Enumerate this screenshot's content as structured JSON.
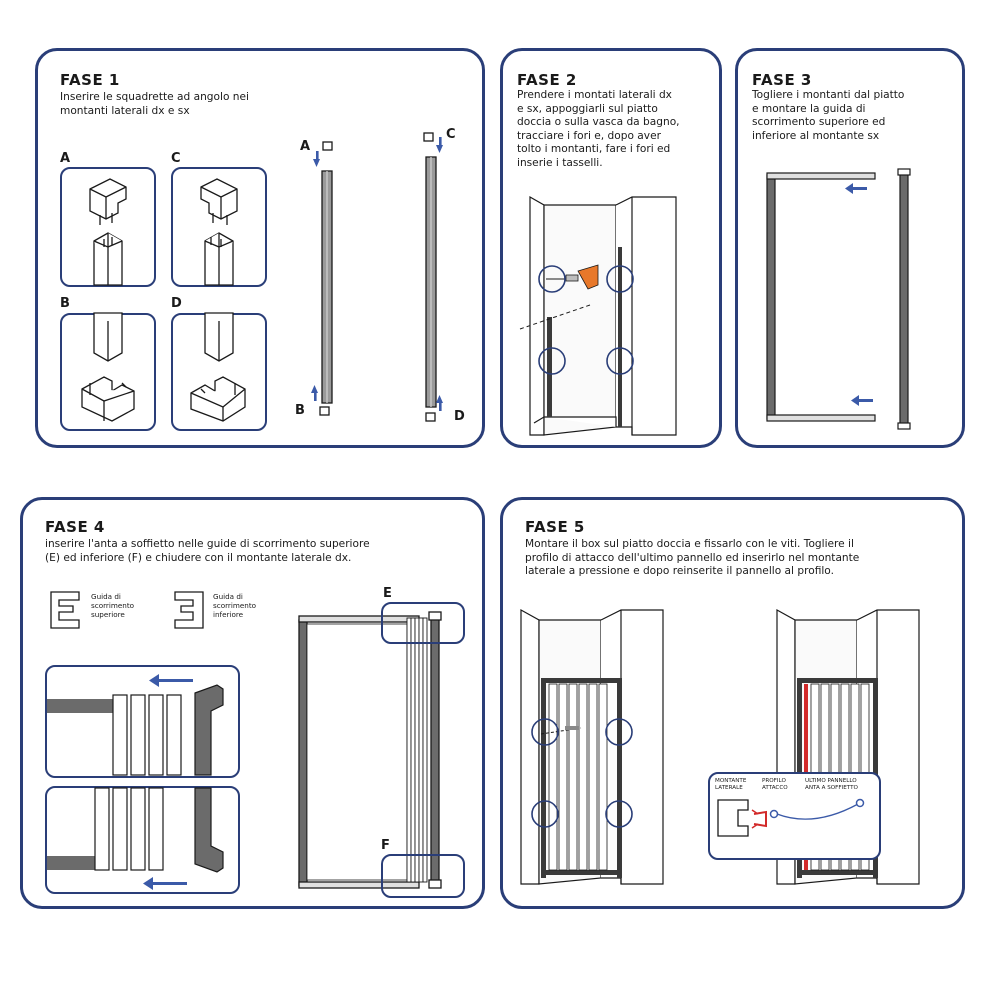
{
  "colors": {
    "border": "#2a3e78",
    "arrow": "#3b5aa8",
    "line": "#1a1a1a",
    "accent_red": "#d22a2a",
    "accent_orange": "#e8782a"
  },
  "fase1": {
    "title": "FASE 1",
    "text": "Inserire le squadrette ad angolo nei\nmontanti laterali dx e sx",
    "labels": {
      "a": "A",
      "b": "B",
      "c": "C",
      "d": "D"
    }
  },
  "fase2": {
    "title": "FASE 2",
    "text": "Prendere i montati laterali dx\ne sx, appoggiarli sul piatto\ndoccia o sulla vasca da bagno,\ntracciare i fori e, dopo aver\ntolto i montanti, fare i fori ed\ninserie i tasselli."
  },
  "fase3": {
    "title": "FASE 3",
    "text": "Togliere i montanti dal piatto\ne montare la guida di\nscorrimento superiore ed\ninferiore al montante sx"
  },
  "fase4": {
    "title": "FASE 4",
    "text": "inserire l'anta a soffietto nelle guide di scorrimento superiore\n(E) ed inferiore (F) e chiudere con il montante laterale dx.",
    "guide_top": "Guida di\nscorrimento\nsuperiore",
    "guide_bottom": "Guida di\nscorrimento\ninferiore",
    "labels": {
      "e": "E",
      "f": "F"
    }
  },
  "fase5": {
    "title": "FASE 5",
    "text": "Montare il box sul piatto doccia e fissarlo con le viti. Togliere il\nprofilo di attacco dell'ultimo pannello ed inserirlo nel montante\nlaterale a pressione e dopo reinserite il pannello al profilo.",
    "legend": {
      "montante": "MONTANTE\nLATERALE",
      "profilo": "PROFILO\nATTACCO",
      "pannello": "ULTIMO PANNELLO\nANTA A SOFFIETTO"
    }
  }
}
